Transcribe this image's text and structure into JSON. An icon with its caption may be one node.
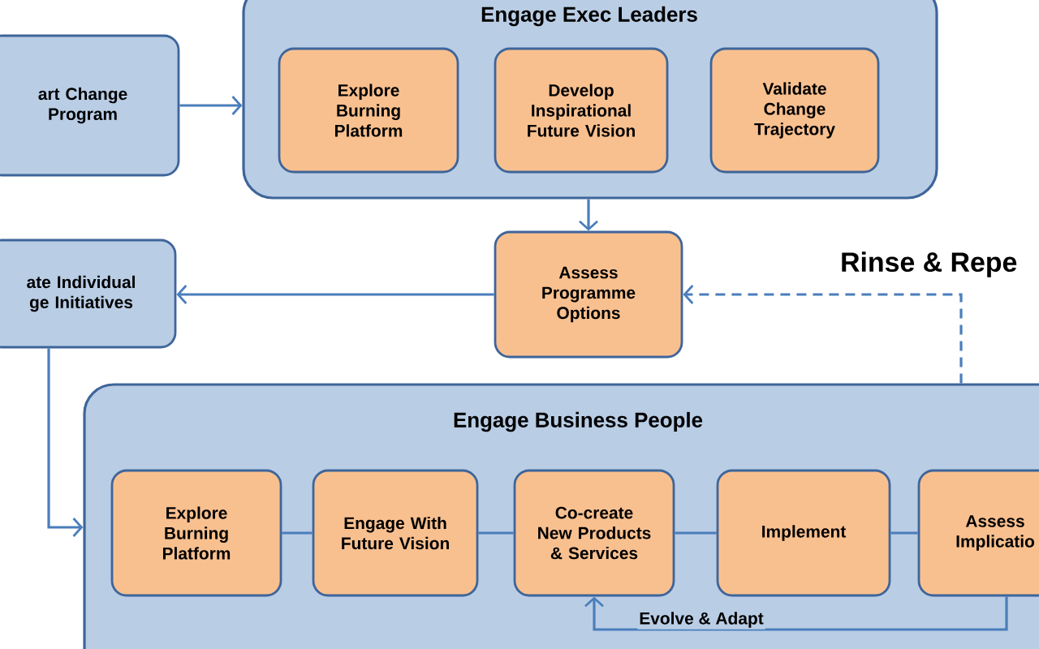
{
  "diagram": {
    "nodes": [
      {
        "text": [
          "art Change Program"
        ]
      },
      {
        "text": [
          "Engage Exec Leaders"
        ]
      },
      {
        "text": [
          "Explore Burning Platform"
        ],
        "in": 1
      },
      {
        "text": [
          "Develop Inspirational Future Vision"
        ],
        "in": 1
      },
      {
        "text": [
          "Validate Change Trajectory"
        ],
        "in": 1
      },
      {
        "text": [
          "Assess Programme Options"
        ]
      },
      {
        "text": [
          "ate Individual ge Initiatives"
        ]
      },
      {
        "text": [
          "Engage Business People"
        ]
      },
      {
        "text": [
          "Explore Burning Platform"
        ],
        "in": 7
      },
      {
        "text": [
          "Engage With Future Vision"
        ],
        "in": 7
      },
      {
        "text": [
          "Co-create New Products & Services"
        ],
        "in": 7
      },
      {
        "text": [
          "Implement"
        ],
        "in": 7
      },
      {
        "text": [
          "Assess Implicatio"
        ],
        "in": 7
      }
    ],
    "edges": [
      {
        "from": 0,
        "to": 1,
        "arrow": "to"
      },
      {
        "from": 1,
        "to": 5,
        "arrow": "to"
      },
      {
        "from": 5,
        "to": 6,
        "arrow": "to"
      },
      {
        "from": 6,
        "to": 7,
        "arrow": "to"
      },
      {
        "from": 8,
        "to": 9,
        "arrow": "none"
      },
      {
        "from": 9,
        "to": 10,
        "arrow": "none"
      },
      {
        "from": 10,
        "to": 11,
        "arrow": "none"
      },
      {
        "from": 11,
        "to": 12,
        "arrow": "none"
      },
      {
        "from": 12,
        "to": 10,
        "arrow": "to",
        "label": "Evolve & Adapt"
      },
      {
        "from": 7,
        "to": 5,
        "arrow": "to",
        "style": "dashed"
      }
    ],
    "labels": [
      "Rinse & Repe"
    ]
  }
}
